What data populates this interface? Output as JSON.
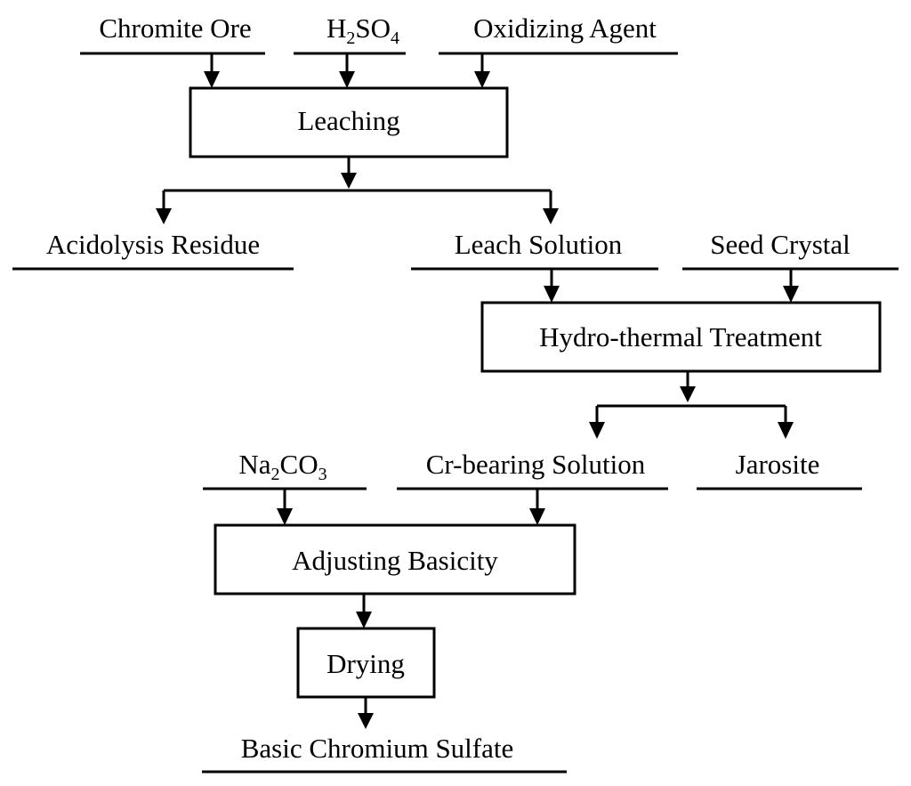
{
  "inputs": {
    "chromite_ore": "Chromite Ore",
    "h2so4": {
      "base": "H",
      "sub1": "2",
      "mid": "SO",
      "sub2": "4"
    },
    "oxidizing_agent": "Oxidizing Agent",
    "seed_crystal": "Seed Crystal",
    "na2co3": {
      "base": "Na",
      "sub1": "2",
      "mid": "CO",
      "sub2": "3"
    }
  },
  "processes": {
    "leaching": "Leaching",
    "hydrothermal": "Hydro-thermal Treatment",
    "adjusting_basicity": "Adjusting Basicity",
    "drying": "Drying"
  },
  "outputs": {
    "acidolysis_residue": "Acidolysis Residue",
    "leach_solution": "Leach Solution",
    "cr_bearing_solution": "Cr-bearing Solution",
    "jarosite": "Jarosite",
    "basic_chromium_sulfate": "Basic Chromium Sulfate"
  }
}
